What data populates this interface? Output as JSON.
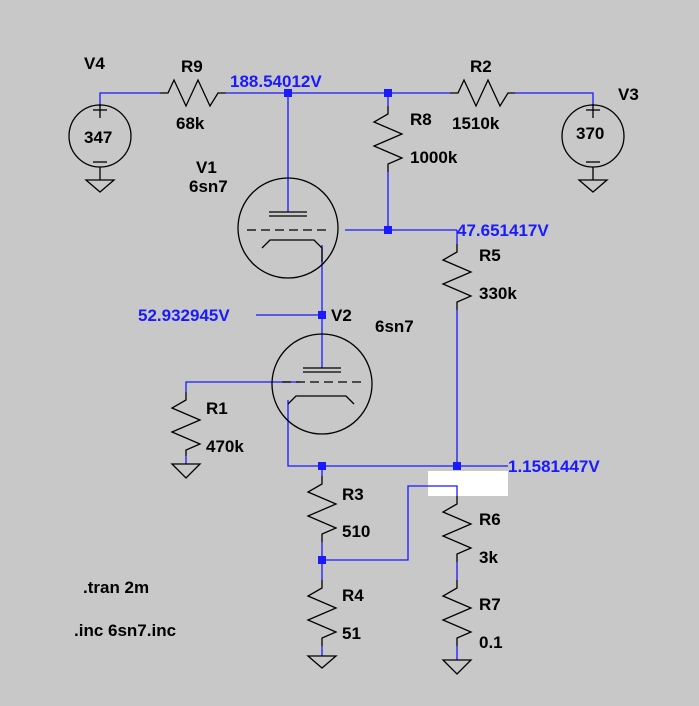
{
  "sources": [
    {
      "ref": "V4",
      "value": "347"
    },
    {
      "ref": "V3",
      "value": "370"
    }
  ],
  "tubes": [
    {
      "ref": "V1",
      "model": "6sn7"
    },
    {
      "ref": "V2",
      "model": "6sn7"
    }
  ],
  "resistors": [
    {
      "ref": "R9",
      "value": "68k"
    },
    {
      "ref": "R2",
      "value": "1510k"
    },
    {
      "ref": "R8",
      "value": "1000k"
    },
    {
      "ref": "R5",
      "value": "330k"
    },
    {
      "ref": "R1",
      "value": "470k"
    },
    {
      "ref": "R3",
      "value": "510"
    },
    {
      "ref": "R4",
      "value": "51"
    },
    {
      "ref": "R6",
      "value": "3k"
    },
    {
      "ref": "R7",
      "value": "0.1"
    }
  ],
  "node_voltages": [
    {
      "value": "188.54012V"
    },
    {
      "value": "47.651417V"
    },
    {
      "value": "52.932945V"
    },
    {
      "value": "1.1581447V"
    }
  ],
  "directives": [
    {
      "text": ".tran 2m"
    },
    {
      "text": ".inc 6sn7.inc"
    }
  ],
  "colors": {
    "background": "#c8c8c8",
    "wire": "#1a1aff",
    "component": "#000000",
    "highlight": "#ffffff"
  }
}
